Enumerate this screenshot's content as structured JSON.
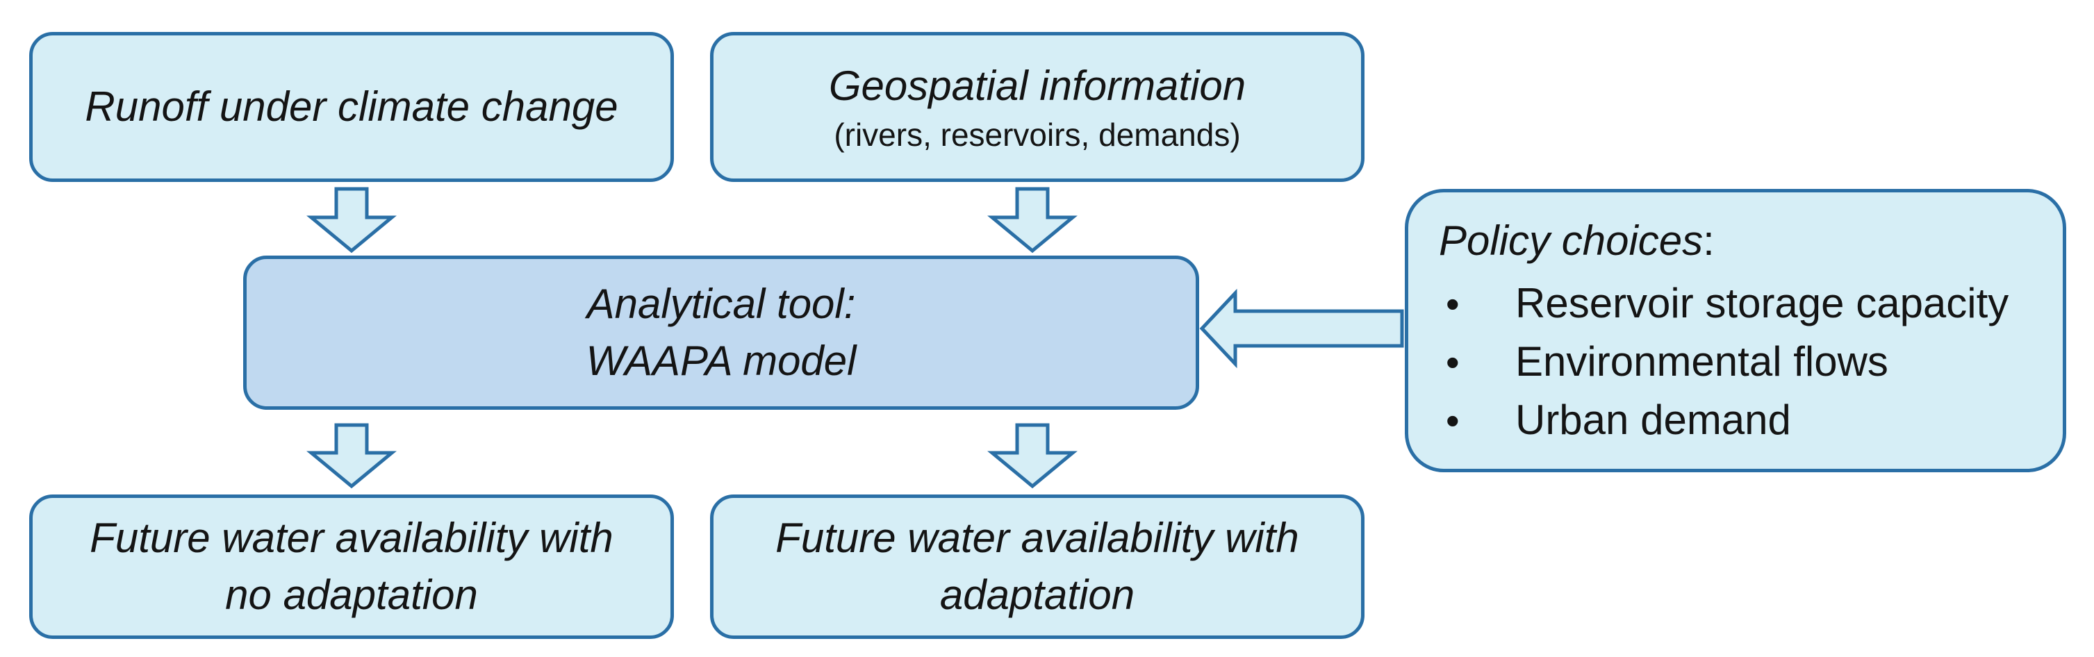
{
  "boxes": {
    "runoff": {
      "text": "Runoff under climate change"
    },
    "geospatial": {
      "text": "Geospatial information",
      "sub": "(rivers, reservoirs, demands)"
    },
    "tool": {
      "line1": "Analytical tool:",
      "line2": "WAAPA model"
    },
    "policy": {
      "title": "Policy choices",
      "title_suffix": ":",
      "bullet": "•",
      "items": [
        "Reservoir storage capacity",
        "Environmental flows",
        "Urban demand"
      ]
    },
    "no_adapt": {
      "line1": "Future water availability with",
      "line2": "no adaptation"
    },
    "adapt": {
      "line1": "Future water availability with",
      "line2": "adaptation"
    }
  },
  "colors": {
    "box_fill": "#d6eef6",
    "center_fill": "#c0d9f0",
    "border": "#2a6fa6",
    "arrow_fill": "#d6eef6"
  }
}
